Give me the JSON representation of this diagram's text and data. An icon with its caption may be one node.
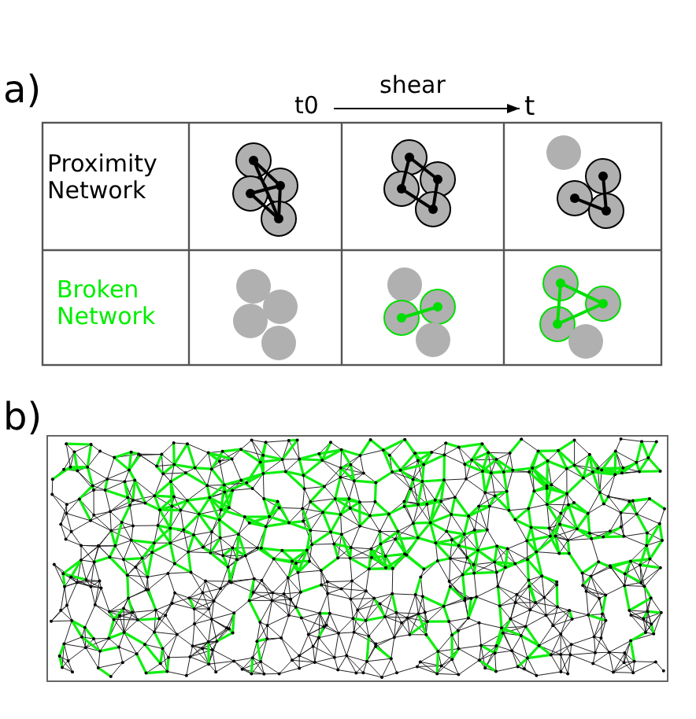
{
  "diagram": {
    "labels": [
      "a)",
      "shear",
      "t0",
      "t",
      "Proximity Network",
      "Broken Network",
      "b)"
    ]
  }
}
